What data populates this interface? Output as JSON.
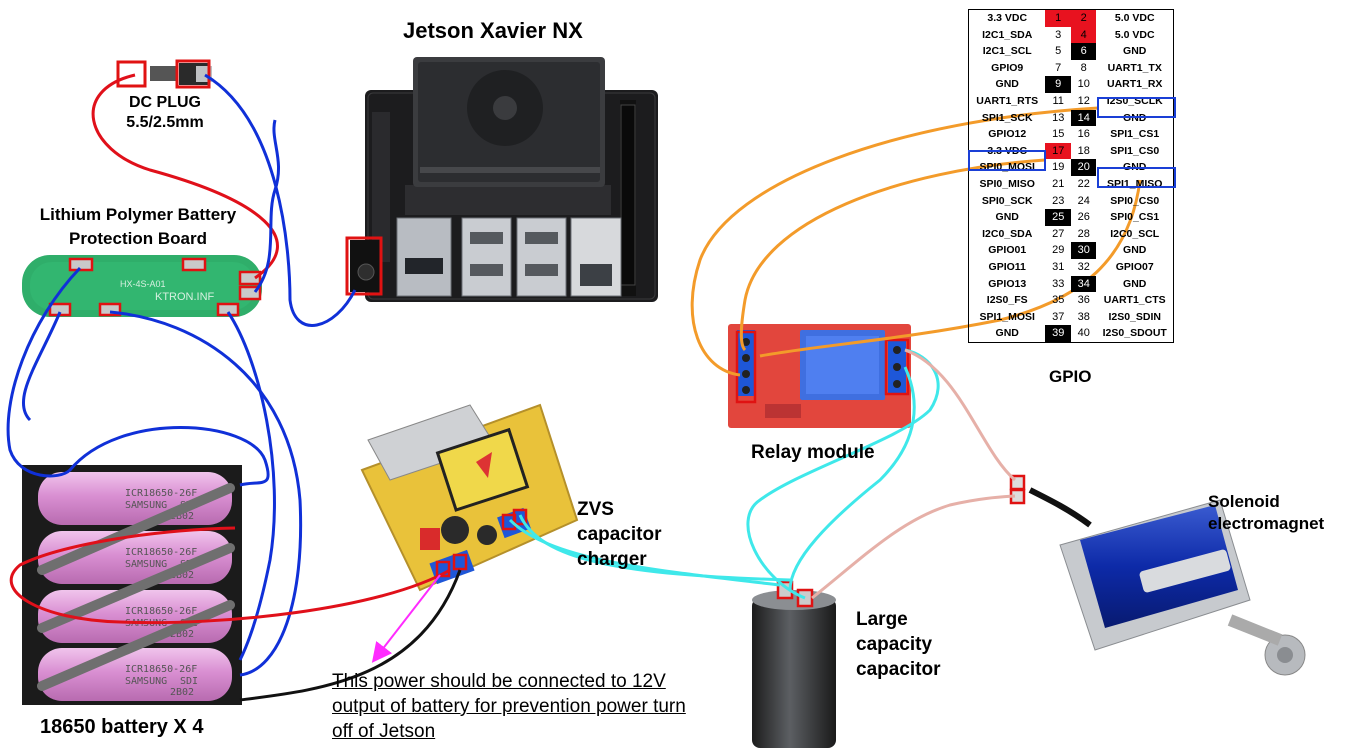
{
  "title": "Jetson Xavier NX",
  "labels": {
    "dc_plug_line1": "DC PLUG",
    "dc_plug_line2": "5.5/2.5mm",
    "bms_line1": "Lithium Polymer Battery",
    "bms_line2": "Protection Board",
    "battery": "18650 battery X 4",
    "relay": "Relay module",
    "zvs_line1": "ZVS",
    "zvs_line2": "capacitor",
    "zvs_line3": "charger",
    "capacitor_line1": "Large",
    "capacitor_line2": "capacity",
    "capacitor_line3": "capacitor",
    "solenoid_line1": "Solenoid",
    "solenoid_line2": "electromagnet",
    "gpio_caption": "GPIO"
  },
  "note": {
    "line1": "This power should be connected to 12V",
    "line2": "output of battery for prevention power turn",
    "line3": "off of Jetson"
  },
  "board_text": {
    "bms_model": "HX-4S-A01",
    "bms_brand": "KTRON.INF",
    "cell_model": "ICR18650-26F",
    "cell_brand": "SAMSUNG",
    "cell_code": "SDI",
    "cell_lot": "2B02"
  },
  "colors": {
    "red_wire": "#e0101a",
    "blue_wire": "#1030d8",
    "orange_wire": "#f39b2a",
    "cyan_wire": "#3fe8ea",
    "pink_wire": "#e6b0a8",
    "black_wire": "#111111",
    "magenta_arrow": "#ff2bff",
    "highlight_blue": "#1a3fd6",
    "pin_red": "#e8121f"
  },
  "gpio_rows": [
    {
      "l": "3.3 VDC",
      "p1": "1",
      "p2": "2",
      "r": "5.0 VDC"
    },
    {
      "l": "I2C1_SDA",
      "p1": "3",
      "p2": "4",
      "r": "5.0 VDC"
    },
    {
      "l": "I2C1_SCL",
      "p1": "5",
      "p2": "6",
      "r": "GND"
    },
    {
      "l": "GPIO9",
      "p1": "7",
      "p2": "8",
      "r": "UART1_TX"
    },
    {
      "l": "GND",
      "p1": "9",
      "p2": "10",
      "r": "UART1_RX"
    },
    {
      "l": "UART1_RTS",
      "p1": "11",
      "p2": "12",
      "r": "I2S0_SCLK"
    },
    {
      "l": "SPI1_SCK",
      "p1": "13",
      "p2": "14",
      "r": "GND"
    },
    {
      "l": "GPIO12",
      "p1": "15",
      "p2": "16",
      "r": "SPI1_CS1"
    },
    {
      "l": "3.3 VDC",
      "p1": "17",
      "p2": "18",
      "r": "SPI1_CS0"
    },
    {
      "l": "SPI0_MOSI",
      "p1": "19",
      "p2": "20",
      "r": "GND"
    },
    {
      "l": "SPI0_MISO",
      "p1": "21",
      "p2": "22",
      "r": "SPI1_MISO"
    },
    {
      "l": "SPI0_SCK",
      "p1": "23",
      "p2": "24",
      "r": "SPI0_CS0"
    },
    {
      "l": "GND",
      "p1": "25",
      "p2": "26",
      "r": "SPI0_CS1"
    },
    {
      "l": "I2C0_SDA",
      "p1": "27",
      "p2": "28",
      "r": "I2C0_SCL"
    },
    {
      "l": "GPIO01",
      "p1": "29",
      "p2": "30",
      "r": "GND"
    },
    {
      "l": "GPIO11",
      "p1": "31",
      "p2": "32",
      "r": "GPIO07"
    },
    {
      "l": "GPIO13",
      "p1": "33",
      "p2": "34",
      "r": "GND"
    },
    {
      "l": "I2S0_FS",
      "p1": "35",
      "p2": "36",
      "r": "UART1_CTS"
    },
    {
      "l": "SPI1_MOSI",
      "p1": "37",
      "p2": "38",
      "r": "I2S0_SDIN"
    },
    {
      "l": "GND",
      "p1": "39",
      "p2": "40",
      "r": "I2S0_SDOUT"
    }
  ],
  "pin_styles": {
    "red": [
      "1",
      "2",
      "4",
      "17"
    ],
    "black": [
      "6",
      "9",
      "14",
      "20",
      "25",
      "30",
      "34",
      "39"
    ]
  }
}
